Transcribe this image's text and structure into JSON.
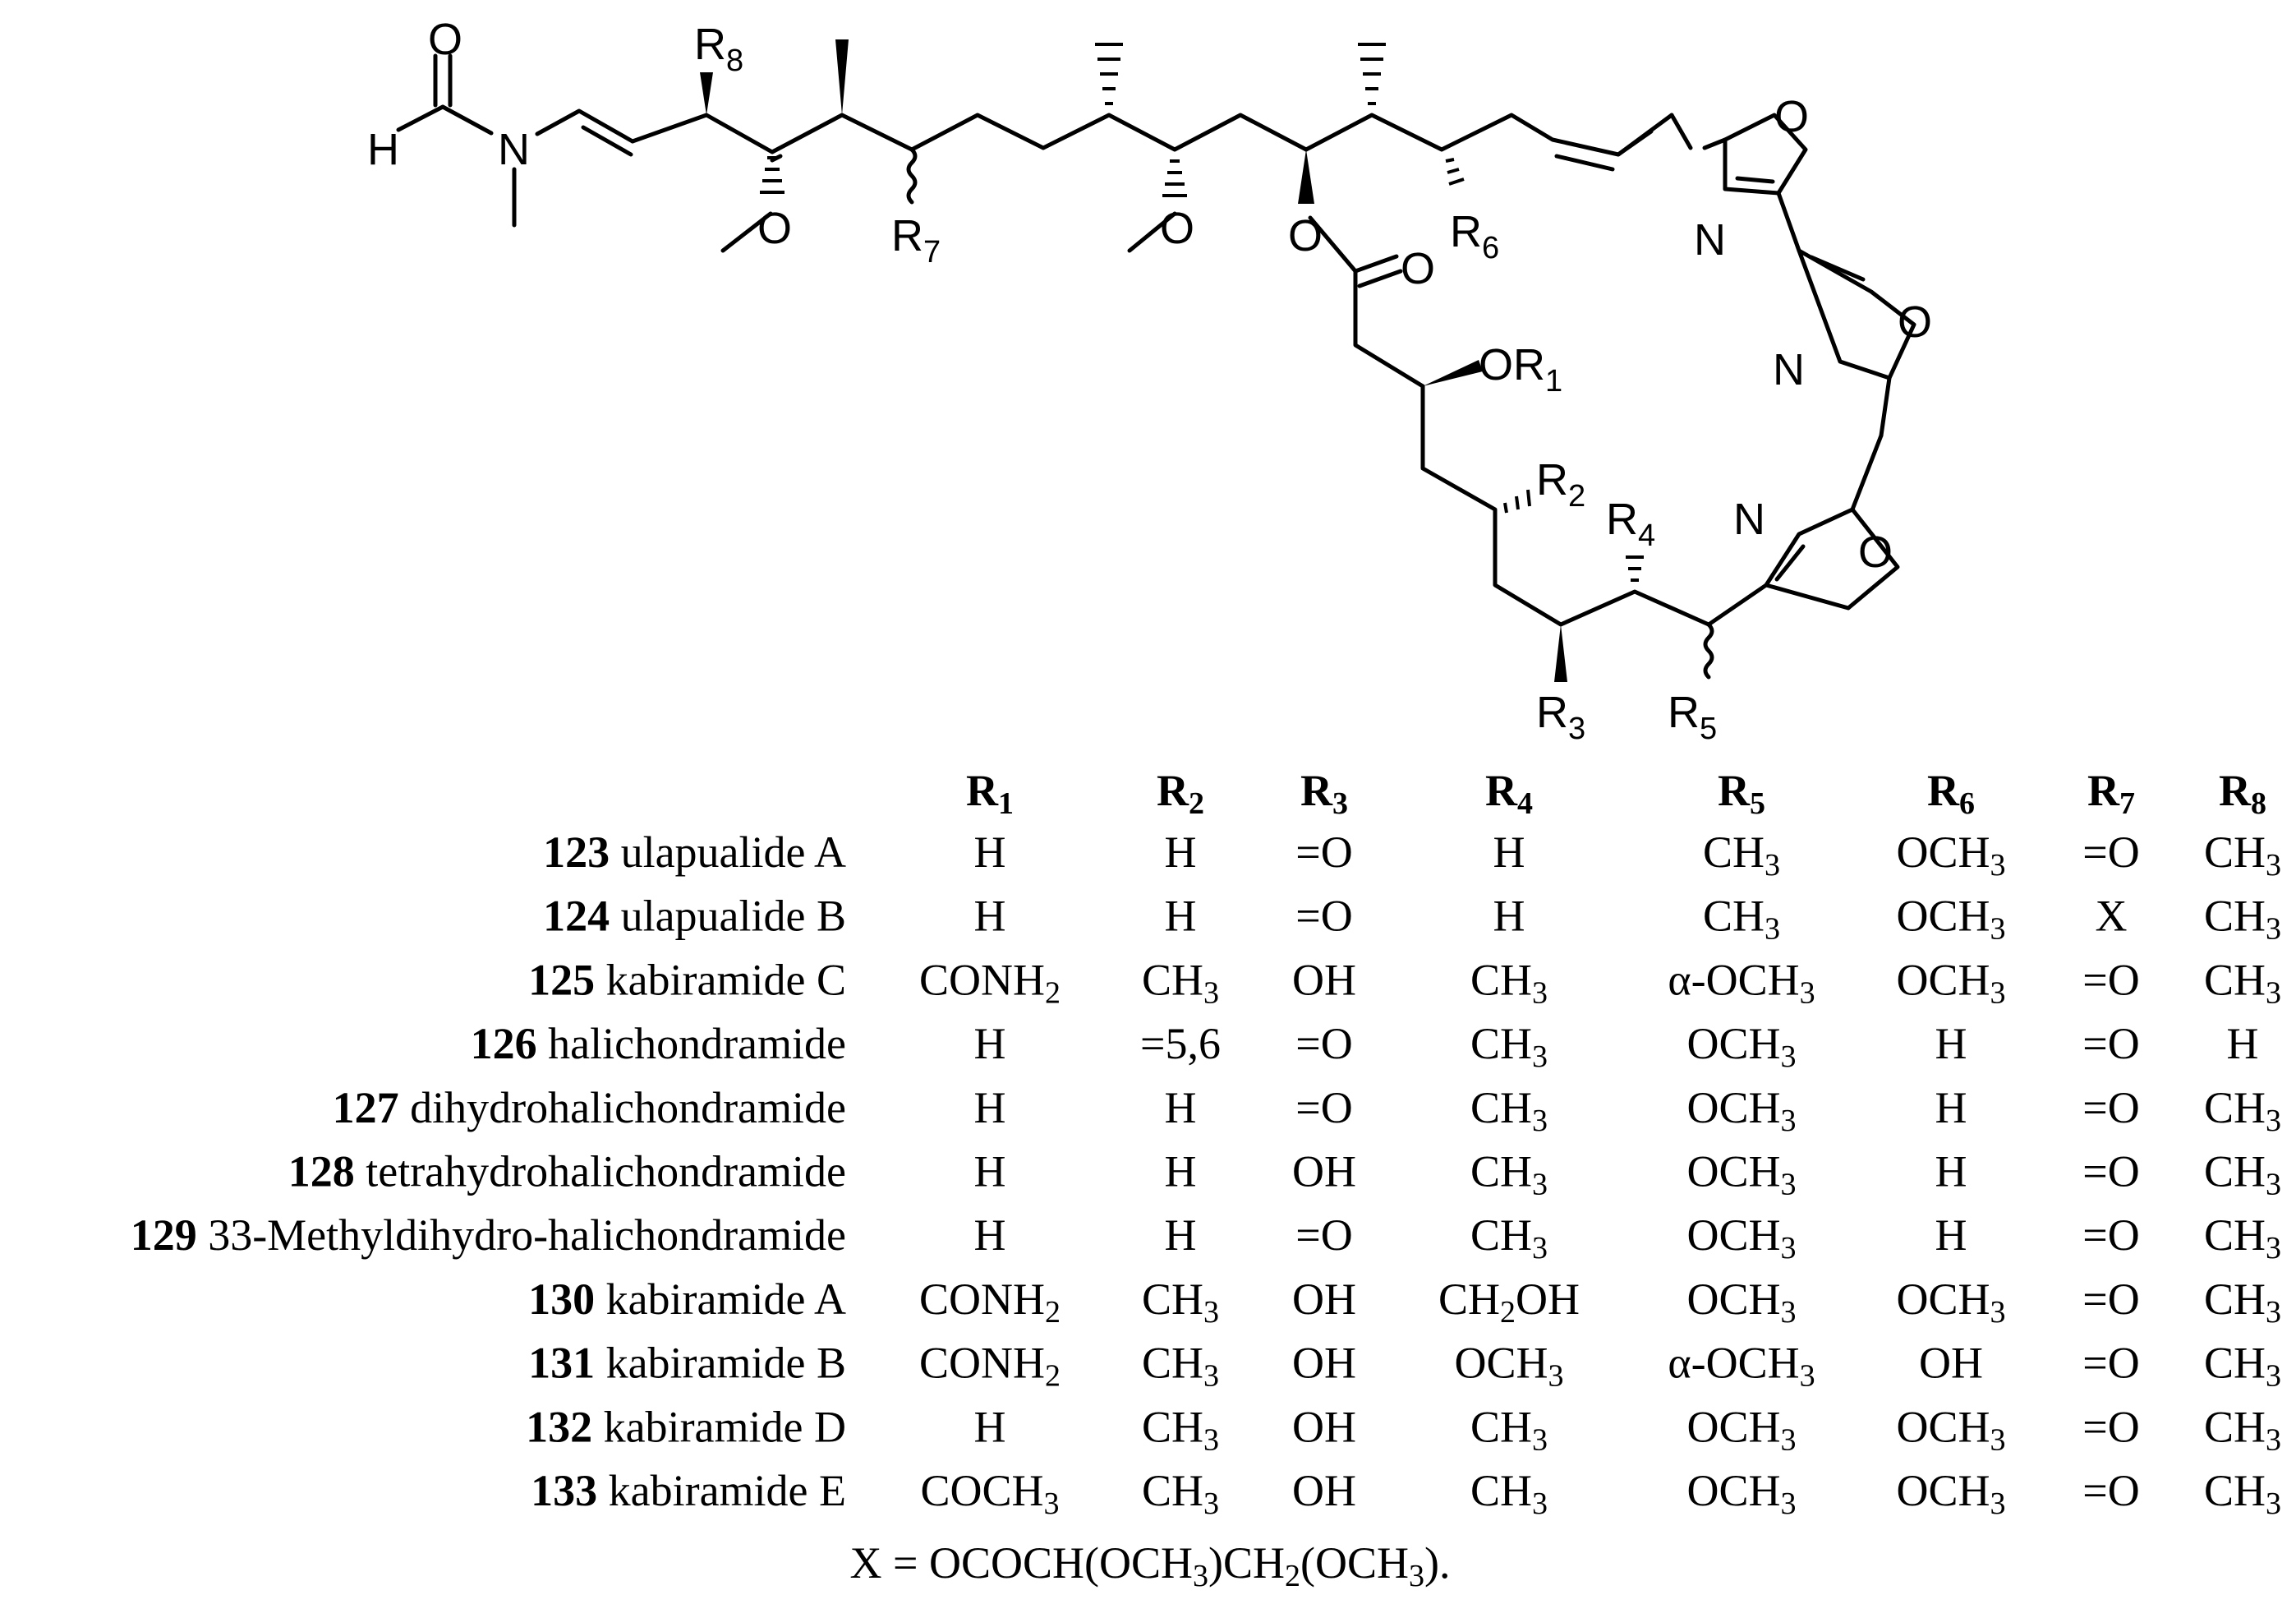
{
  "structure": {
    "atoms": {
      "formyl_o": "O",
      "formyl_h": "H",
      "amide_n": "N",
      "r8": "R",
      "r8_num": "8",
      "r7": "R",
      "r7_num": "7",
      "r6": "R",
      "r6_num": "6",
      "r5": "R",
      "r5_num": "5",
      "r4": "R",
      "r4_num": "4",
      "r3": "R",
      "r3_num": "3",
      "r2": "R",
      "r2_num": "2",
      "or1": "OR",
      "r1_num": "1",
      "methoxy_o1": "O",
      "methoxy_o2": "O",
      "ester_o": "O",
      "carbonyl_o": "O",
      "ox1_o": "O",
      "ox1_n": "N",
      "ox2_o": "O",
      "ox2_n": "N",
      "ox3_o": "O",
      "ox3_n": "N"
    }
  },
  "table": {
    "columns": [
      {
        "main": "R",
        "num": "1"
      },
      {
        "main": "R",
        "num": "2"
      },
      {
        "main": "R",
        "num": "3"
      },
      {
        "main": "R",
        "num": "4"
      },
      {
        "main": "R",
        "num": "5"
      },
      {
        "main": "R",
        "num": "6"
      },
      {
        "main": "R",
        "num": "7"
      },
      {
        "main": "R",
        "num": "8"
      }
    ],
    "rows": [
      {
        "id": "123",
        "name": "ulapualide A",
        "values": [
          [
            "H"
          ],
          [
            "H"
          ],
          [
            "=O"
          ],
          [
            "H"
          ],
          [
            "CH",
            "3"
          ],
          [
            "OCH",
            "3"
          ],
          [
            "=O"
          ],
          [
            "CH",
            "3"
          ]
        ]
      },
      {
        "id": "124",
        "name": "ulapualide B",
        "values": [
          [
            "H"
          ],
          [
            "H"
          ],
          [
            "=O"
          ],
          [
            "H"
          ],
          [
            "CH",
            "3"
          ],
          [
            "OCH",
            "3"
          ],
          [
            "X"
          ],
          [
            "CH",
            "3"
          ]
        ]
      },
      {
        "id": "125",
        "name": "kabiramide C",
        "values": [
          [
            "CONH",
            "2"
          ],
          [
            "CH",
            "3"
          ],
          [
            "OH"
          ],
          [
            "CH",
            "3"
          ],
          [
            "α-OCH",
            "3"
          ],
          [
            "OCH",
            "3"
          ],
          [
            "=O"
          ],
          [
            "CH",
            "3"
          ]
        ]
      },
      {
        "id": "126",
        "name": "halichondramide",
        "values": [
          [
            "H"
          ],
          [
            "=5,6"
          ],
          [
            "=O"
          ],
          [
            "CH",
            "3"
          ],
          [
            "OCH",
            "3"
          ],
          [
            "H"
          ],
          [
            "=O"
          ],
          [
            "H"
          ]
        ]
      },
      {
        "id": "127",
        "name": "dihydrohalichondramide",
        "values": [
          [
            "H"
          ],
          [
            "H"
          ],
          [
            "=O"
          ],
          [
            "CH",
            "3"
          ],
          [
            "OCH",
            "3"
          ],
          [
            "H"
          ],
          [
            "=O"
          ],
          [
            "CH",
            "3"
          ]
        ]
      },
      {
        "id": "128",
        "name": "tetrahydrohalichondramide",
        "values": [
          [
            "H"
          ],
          [
            "H"
          ],
          [
            "OH"
          ],
          [
            "CH",
            "3"
          ],
          [
            "OCH",
            "3"
          ],
          [
            "H"
          ],
          [
            "=O"
          ],
          [
            "CH",
            "3"
          ]
        ]
      },
      {
        "id": "129",
        "name": "33-Methyldihydro-halichondramide",
        "values": [
          [
            "H"
          ],
          [
            "H"
          ],
          [
            "=O"
          ],
          [
            "CH",
            "3"
          ],
          [
            "OCH",
            "3"
          ],
          [
            "H"
          ],
          [
            "=O"
          ],
          [
            "CH",
            "3"
          ]
        ]
      },
      {
        "id": "130",
        "name": "kabiramide A",
        "values": [
          [
            "CONH",
            "2"
          ],
          [
            "CH",
            "3"
          ],
          [
            "OH"
          ],
          [
            "CH",
            "2",
            "OH"
          ],
          [
            "OCH",
            "3"
          ],
          [
            "OCH",
            "3"
          ],
          [
            "=O"
          ],
          [
            "CH",
            "3"
          ]
        ]
      },
      {
        "id": "131",
        "name": "kabiramide B",
        "values": [
          [
            "CONH",
            "2"
          ],
          [
            "CH",
            "3"
          ],
          [
            "OH"
          ],
          [
            "OCH",
            "3"
          ],
          [
            "α-OCH",
            "3"
          ],
          [
            "OH"
          ],
          [
            "=O"
          ],
          [
            "CH",
            "3"
          ]
        ]
      },
      {
        "id": "132",
        "name": "kabiramide D",
        "values": [
          [
            "H"
          ],
          [
            "CH",
            "3"
          ],
          [
            "OH"
          ],
          [
            "CH",
            "3"
          ],
          [
            "OCH",
            "3"
          ],
          [
            "OCH",
            "3"
          ],
          [
            "=O"
          ],
          [
            "CH",
            "3"
          ]
        ]
      },
      {
        "id": "133",
        "name": "kabiramide E",
        "values": [
          [
            "COCH",
            "3"
          ],
          [
            "CH",
            "3"
          ],
          [
            "OH"
          ],
          [
            "CH",
            "3"
          ],
          [
            "OCH",
            "3"
          ],
          [
            "OCH",
            "3"
          ],
          [
            "=O"
          ],
          [
            "CH",
            "3"
          ]
        ]
      }
    ],
    "footnote": [
      "X = OCOCH(OCH",
      "3",
      ")CH",
      "2",
      "(OCH",
      "3",
      ")."
    ]
  }
}
